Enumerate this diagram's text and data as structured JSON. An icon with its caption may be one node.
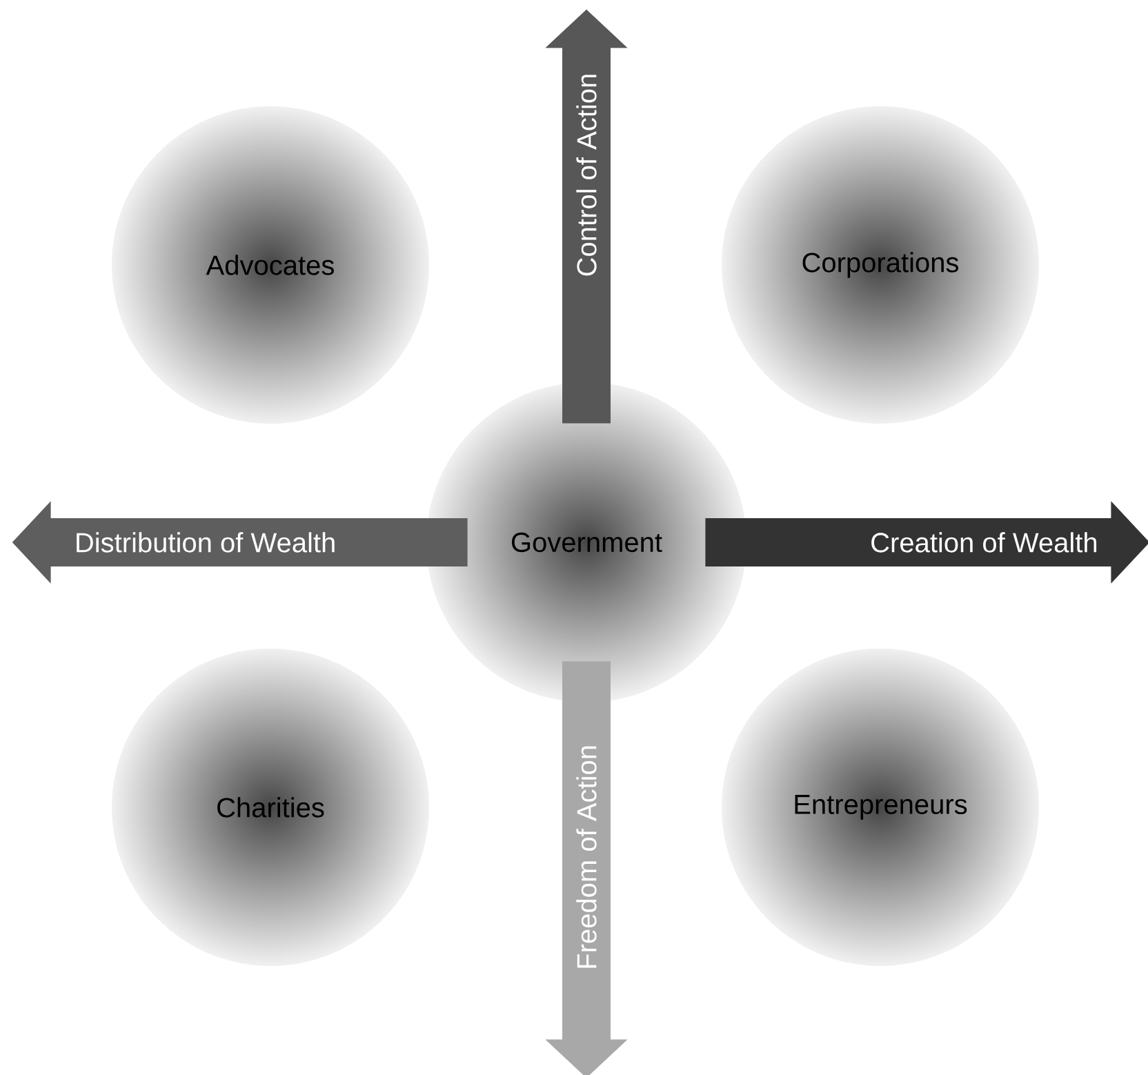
{
  "diagram": {
    "nodes": [
      {
        "text": [
          "Advocates"
        ]
      },
      {
        "text": [
          "Corporations"
        ]
      },
      {
        "text": [
          "Government"
        ]
      },
      {
        "text": [
          "Charities"
        ]
      },
      {
        "text": [
          "Entrepreneurs"
        ]
      }
    ],
    "edges": [
      {
        "from": 2,
        "to": null,
        "arrow": "to",
        "label": "Control of Action",
        "color": "#575757"
      },
      {
        "from": 2,
        "to": null,
        "arrow": "to",
        "label": "Distribution of Wealth",
        "color": "#5e5e5e"
      },
      {
        "from": 2,
        "to": null,
        "arrow": "to",
        "label": "Creation of Wealth",
        "color": "#333333"
      },
      {
        "from": 2,
        "to": null,
        "arrow": "to",
        "label": "Freedom of Action",
        "color": "#a8a8a8"
      }
    ]
  }
}
